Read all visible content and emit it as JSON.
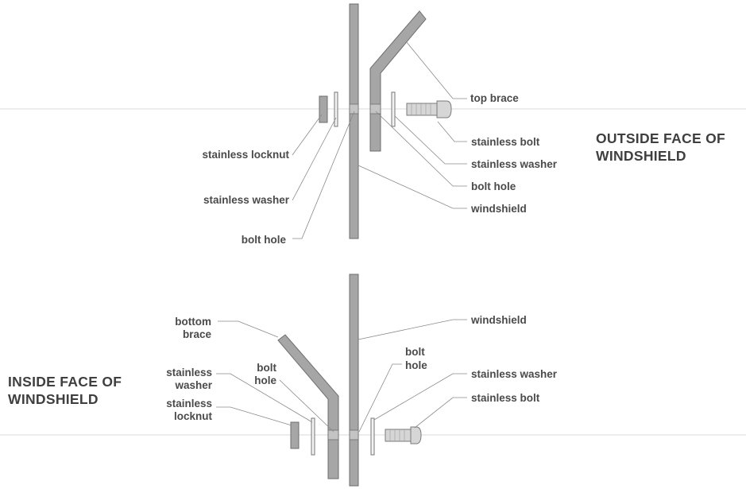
{
  "top": {
    "labels": {
      "top_brace": "top brace",
      "stainless_bolt": "stainless bolt",
      "stainless_washer_right": "stainless washer",
      "bolt_hole_right": "bolt hole",
      "windshield": "windshield",
      "stainless_locknut": "stainless locknut",
      "stainless_washer_left": "stainless washer",
      "bolt_hole_left": "bolt hole"
    },
    "face_title": [
      "OUTSIDE FACE OF",
      "WINDSHIELD"
    ]
  },
  "bottom": {
    "labels": {
      "bottom_brace": [
        "bottom",
        "brace"
      ],
      "windshield": "windshield",
      "bolt_hole_left": [
        "bolt",
        "hole"
      ],
      "bolt_hole_right": [
        "bolt",
        "hole"
      ],
      "stainless_washer_left": [
        "stainless",
        "washer"
      ],
      "stainless_locknut": [
        "stainless",
        "locknut"
      ],
      "stainless_washer_right": "stainless washer",
      "stainless_bolt": "stainless bolt"
    },
    "face_title": [
      "INSIDE FACE OF",
      "WINDSHIELD"
    ]
  },
  "colors": {
    "label_text": "#4a4a4a",
    "part_fill": "#a6a6a6",
    "leader_line": "#8a8a8a"
  }
}
